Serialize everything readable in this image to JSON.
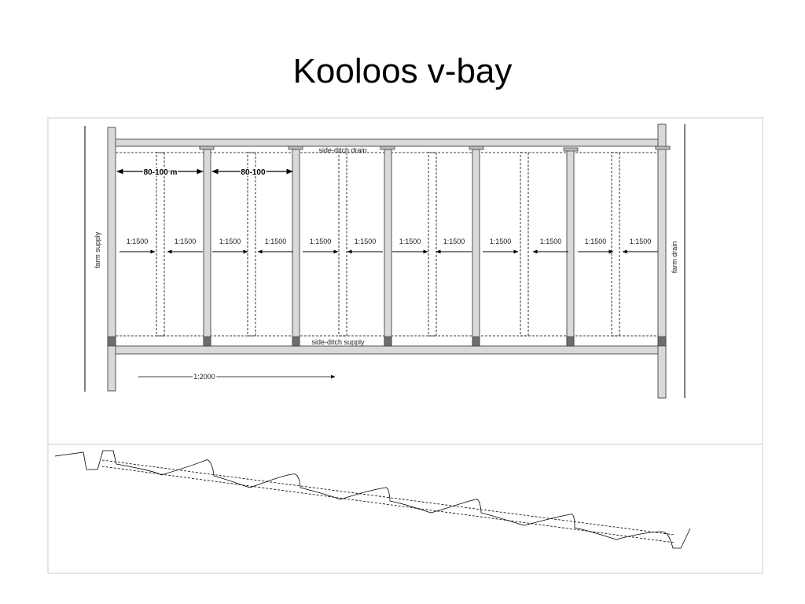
{
  "slide": {
    "title": "Kooloos v-bay"
  },
  "plan": {
    "farm_supply": "farm supply",
    "farm_drain": "farm drain",
    "side_ditch_drain": "side-ditch drain",
    "side_ditch_supply": "side-ditch supply",
    "bay_width": "80-100 m",
    "bay_width_short": "80-100",
    "cross_slope": "1:1500",
    "long_slope": "1:2000",
    "slope_arrows": [
      {
        "label": "1:1500",
        "direction": "right"
      },
      {
        "label": "1:1500",
        "direction": "left"
      },
      {
        "label": "1:1500",
        "direction": "right"
      },
      {
        "label": "1:1500",
        "direction": "left"
      },
      {
        "label": "1:1500",
        "direction": "right"
      },
      {
        "label": "1:1500",
        "direction": "left"
      },
      {
        "label": "1:1500",
        "direction": "right"
      },
      {
        "label": "1:1500",
        "direction": "left"
      },
      {
        "label": "1:1500",
        "direction": "right"
      },
      {
        "label": "1:1500",
        "direction": "left"
      },
      {
        "label": "1:1500",
        "direction": "right"
      },
      {
        "label": "1:1500",
        "direction": "left"
      }
    ]
  },
  "colors": {
    "channel_fill": "#d9d9d9",
    "channel_stroke": "#555555",
    "gate_fill": "#6e6e6e",
    "frame": "#cccccc",
    "line": "#000000"
  }
}
